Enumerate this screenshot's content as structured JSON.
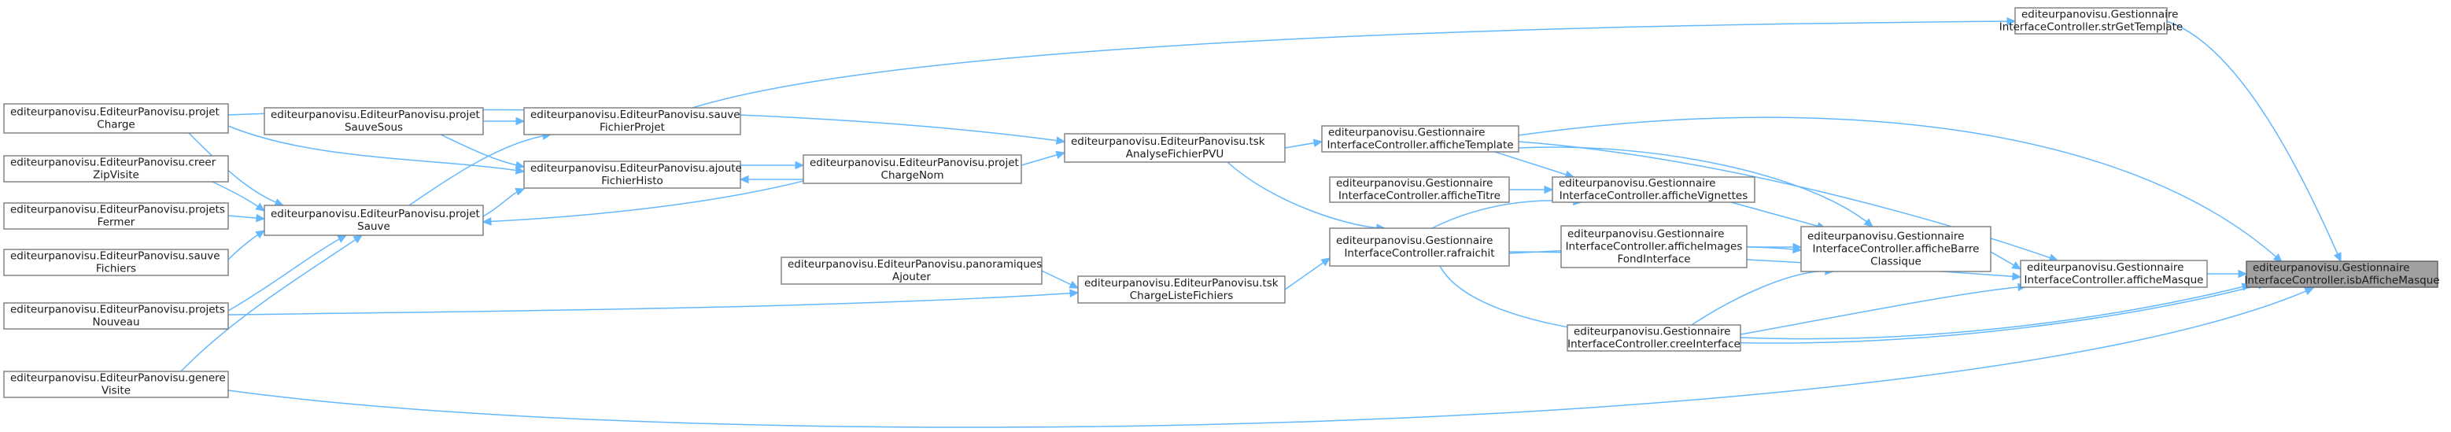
{
  "graph": {
    "root": "root",
    "colors": {
      "edge": "#63b8ff",
      "node_fill": "#ffffff",
      "node_border": "#7a7a7a",
      "root_fill": "#a0a0a0"
    },
    "nodes": [
      {
        "id": "root",
        "lines": [
          "editeurpanovisu.Gestionnaire",
          "InterfaceController.isbAfficheMasque"
        ]
      },
      {
        "id": "strGetTemplate",
        "lines": [
          "editeurpanovisu.Gestionnaire",
          "InterfaceController.strGetTemplate"
        ]
      },
      {
        "id": "afficheMasque",
        "lines": [
          "editeurpanovisu.Gestionnaire",
          "InterfaceController.afficheMasque"
        ]
      },
      {
        "id": "afficheBarreClassique",
        "lines": [
          "editeurpanovisu.Gestionnaire",
          "InterfaceController.afficheBarre",
          "Classique"
        ]
      },
      {
        "id": "afficheVignettes",
        "lines": [
          "editeurpanovisu.Gestionnaire",
          "InterfaceController.afficheVignettes"
        ]
      },
      {
        "id": "afficheTitre",
        "lines": [
          "editeurpanovisu.Gestionnaire",
          "InterfaceController.afficheTitre"
        ]
      },
      {
        "id": "afficheImagesFond",
        "lines": [
          "editeurpanovisu.Gestionnaire",
          "InterfaceController.afficheImages",
          "FondInterface"
        ]
      },
      {
        "id": "creeInterface",
        "lines": [
          "editeurpanovisu.Gestionnaire",
          "InterfaceController.creeInterface"
        ]
      },
      {
        "id": "afficheTemplate",
        "lines": [
          "editeurpanovisu.Gestionnaire",
          "InterfaceController.afficheTemplate"
        ]
      },
      {
        "id": "rafraichit",
        "lines": [
          "editeurpanovisu.Gestionnaire",
          "InterfaceController.rafraichit"
        ]
      },
      {
        "id": "tskAnalyse",
        "lines": [
          "editeurpanovisu.EditeurPanovisu.tsk",
          "AnalyseFichierPVU"
        ]
      },
      {
        "id": "tskCharge",
        "lines": [
          "editeurpanovisu.EditeurPanovisu.tsk",
          "ChargeListeFichiers"
        ]
      },
      {
        "id": "panoramiquesAjouter",
        "lines": [
          "editeurpanovisu.EditeurPanovisu.panoramiques",
          "Ajouter"
        ]
      },
      {
        "id": "projetChargeNom",
        "lines": [
          "editeurpanovisu.EditeurPanovisu.projet",
          "ChargeNom"
        ]
      },
      {
        "id": "sauveFichierProjet",
        "lines": [
          "editeurpanovisu.EditeurPanovisu.sauve",
          "FichierProjet"
        ]
      },
      {
        "id": "ajouteFichierHisto",
        "lines": [
          "editeurpanovisu.EditeurPanovisu.ajoute",
          "FichierHisto"
        ]
      },
      {
        "id": "projetSauve",
        "lines": [
          "editeurpanovisu.EditeurPanovisu.projet",
          "Sauve"
        ]
      },
      {
        "id": "projetSauveSous",
        "lines": [
          "editeurpanovisu.EditeurPanovisu.projet",
          "SauveSous"
        ]
      },
      {
        "id": "projetCharge",
        "lines": [
          "editeurpanovisu.EditeurPanovisu.projet",
          "Charge"
        ]
      },
      {
        "id": "creerZipVisite",
        "lines": [
          "editeurpanovisu.EditeurPanovisu.creer",
          "ZipVisite"
        ]
      },
      {
        "id": "projetsFermer",
        "lines": [
          "editeurpanovisu.EditeurPanovisu.projets",
          "Fermer"
        ]
      },
      {
        "id": "sauveFichiers",
        "lines": [
          "editeurpanovisu.EditeurPanovisu.sauve",
          "Fichiers"
        ]
      },
      {
        "id": "projetsNouveau",
        "lines": [
          "editeurpanovisu.EditeurPanovisu.projets",
          "Nouveau"
        ]
      },
      {
        "id": "genereVisite",
        "lines": [
          "editeurpanovisu.EditeurPanovisu.genere",
          "Visite"
        ]
      }
    ],
    "edges": [
      {
        "from": "strGetTemplate",
        "to": "root"
      },
      {
        "from": "afficheMasque",
        "to": "root"
      },
      {
        "from": "afficheTemplate",
        "to": "root"
      },
      {
        "from": "rafraichit",
        "to": "root"
      },
      {
        "from": "creeInterface",
        "to": "root"
      },
      {
        "from": "genereVisite",
        "to": "root"
      },
      {
        "from": "afficheBarreClassique",
        "to": "afficheMasque"
      },
      {
        "from": "afficheTemplate",
        "to": "afficheMasque"
      },
      {
        "from": "rafraichit",
        "to": "afficheMasque"
      },
      {
        "from": "creeInterface",
        "to": "afficheMasque"
      },
      {
        "from": "afficheVignettes",
        "to": "afficheBarreClassique"
      },
      {
        "from": "afficheImagesFond",
        "to": "afficheBarreClassique"
      },
      {
        "from": "afficheTemplate",
        "to": "afficheBarreClassique"
      },
      {
        "from": "rafraichit",
        "to": "afficheBarreClassique"
      },
      {
        "from": "creeInterface",
        "to": "afficheBarreClassique"
      },
      {
        "from": "afficheTemplate",
        "to": "afficheVignettes"
      },
      {
        "from": "afficheTitre",
        "to": "afficheVignettes"
      },
      {
        "from": "rafraichit",
        "to": "afficheVignettes"
      },
      {
        "from": "sauveFichierProjet",
        "to": "strGetTemplate"
      },
      {
        "from": "tskAnalyse",
        "to": "afficheTemplate"
      },
      {
        "from": "tskAnalyse",
        "to": "rafraichit"
      },
      {
        "from": "tskCharge",
        "to": "rafraichit"
      },
      {
        "from": "projetChargeNom",
        "to": "tskAnalyse"
      },
      {
        "from": "projetCharge",
        "to": "tskAnalyse"
      },
      {
        "from": "panoramiquesAjouter",
        "to": "tskCharge"
      },
      {
        "from": "projetsNouveau",
        "to": "tskCharge"
      },
      {
        "from": "projetChargeNom",
        "to": "ajouteFichierHisto"
      },
      {
        "from": "projetChargeNom",
        "to": "projetSauve"
      },
      {
        "from": "projetSauveSous",
        "to": "sauveFichierProjet"
      },
      {
        "from": "projetSauve",
        "to": "sauveFichierProjet"
      },
      {
        "from": "projetSauveSous",
        "to": "ajouteFichierHisto"
      },
      {
        "from": "projetCharge",
        "to": "ajouteFichierHisto"
      },
      {
        "from": "projetSauve",
        "to": "ajouteFichierHisto"
      },
      {
        "from": "ajouteFichierHisto",
        "to": "projetChargeNom"
      },
      {
        "from": "projetCharge",
        "to": "projetSauve"
      },
      {
        "from": "creerZipVisite",
        "to": "projetSauve"
      },
      {
        "from": "projetsFermer",
        "to": "projetSauve"
      },
      {
        "from": "sauveFichiers",
        "to": "projetSauve"
      },
      {
        "from": "projetsNouveau",
        "to": "projetSauve"
      },
      {
        "from": "genereVisite",
        "to": "projetSauve"
      }
    ]
  }
}
